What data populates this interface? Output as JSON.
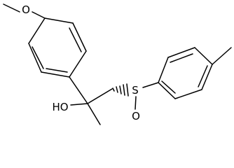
{
  "structure": {
    "atoms": {
      "methoxy_oxygen": "O",
      "hydroxyl": "HO",
      "sulfur": "S",
      "sulfinyl_oxygen": "O"
    },
    "stereo": {
      "sulfur_bond": "hashed wedge"
    },
    "colors": {
      "bonds": "#000000",
      "labels": "#000000",
      "background": "#ffffff"
    }
  }
}
